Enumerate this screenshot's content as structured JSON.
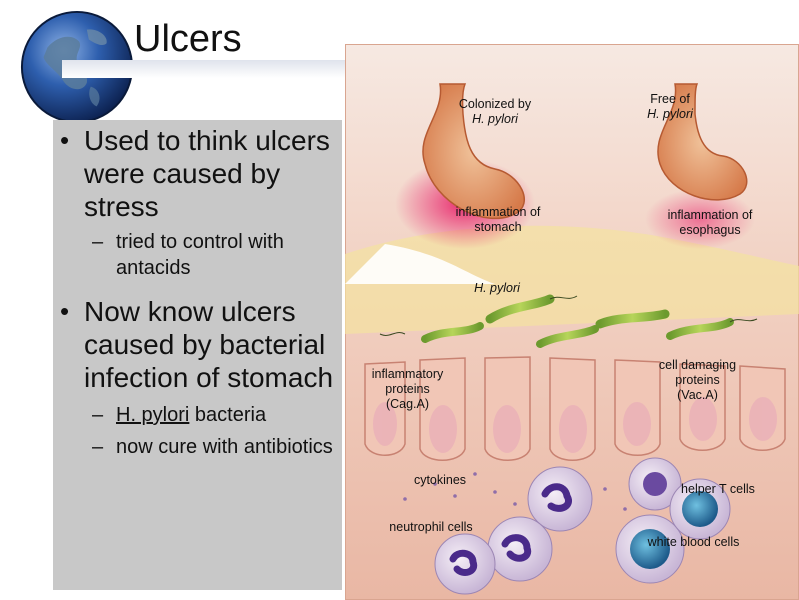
{
  "slide": {
    "title": "Ulcers",
    "bullets": [
      {
        "text": "Used to think ulcers were caused by stress",
        "sub": [
          "tried to control with antacids"
        ]
      },
      {
        "text": "Now know ulcers caused by bacterial infection of stomach",
        "sub_underlined": "H. pylori",
        "sub_rest": " bacteria",
        "sub2": "now cure with antibiotics"
      }
    ]
  },
  "illustration": {
    "labels": {
      "colonized_1": "Colonized by",
      "colonized_2": "H. pylori",
      "free_1": "Free of",
      "free_2": "H. pylori",
      "inflam_stomach_1": "inflammation of",
      "inflam_stomach_2": "stomach",
      "inflam_esoph_1": "inflammation of",
      "inflam_esoph_2": "esophagus",
      "hpylori": "H. pylori",
      "inflam_proteins_1": "inflammatory",
      "inflam_proteins_2": "proteins",
      "inflam_proteins_3": "(Cag.A)",
      "cell_damaging_1": "cell damaging",
      "cell_damaging_2": "proteins",
      "cell_damaging_3": "(Vac.A)",
      "cytokines": "cytokines",
      "helper_t": "helper T cells",
      "neutrophil": "neutrophil cells",
      "white_blood": "white blood cells"
    }
  }
}
